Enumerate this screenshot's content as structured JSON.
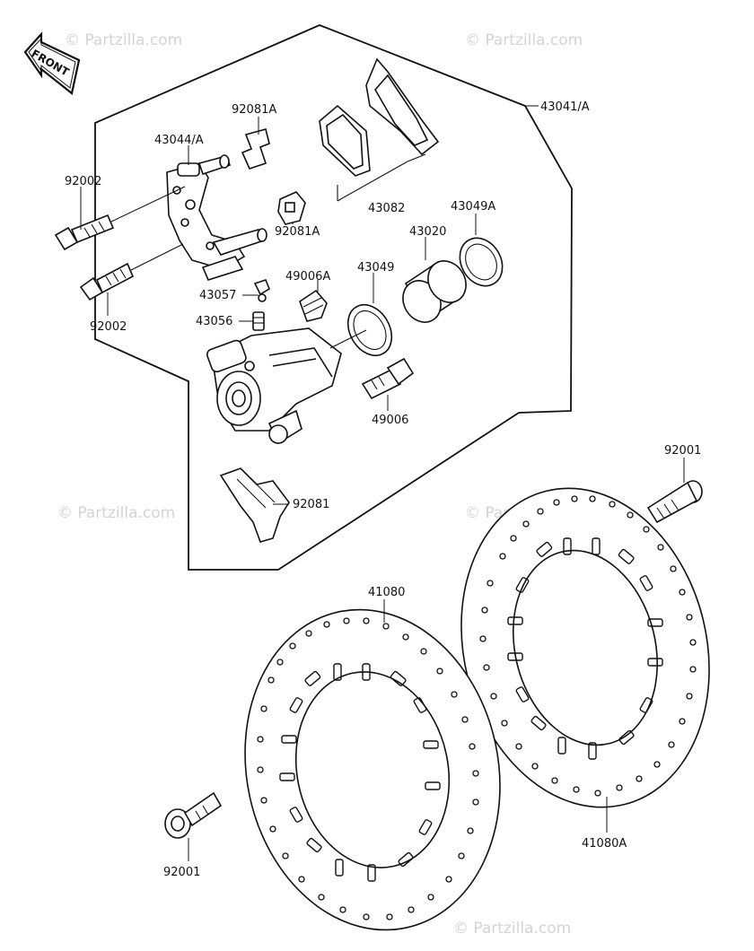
{
  "diagram": {
    "front_label": "FRONT",
    "watermarks": [
      "© Partzilla.com",
      "© Partzilla.com",
      "© Partzilla.com",
      "© Partzilla.com",
      "© Partzilla.com"
    ],
    "labels": {
      "p43041": "43041/A",
      "p92081A_top": "92081A",
      "p43044": "43044/A",
      "p92002_top": "92002",
      "p43082": "43082",
      "p43049A": "43049A",
      "p43020": "43020",
      "p92081A_mid": "92081A",
      "p49006A": "49006A",
      "p43049": "43049",
      "p43057": "43057",
      "p43056": "43056",
      "p92002_bottom": "92002",
      "p49006": "49006",
      "p92081": "92081",
      "p92001_right": "92001",
      "p41080": "41080",
      "p92001_left": "92001",
      "p41080A": "41080A"
    }
  }
}
